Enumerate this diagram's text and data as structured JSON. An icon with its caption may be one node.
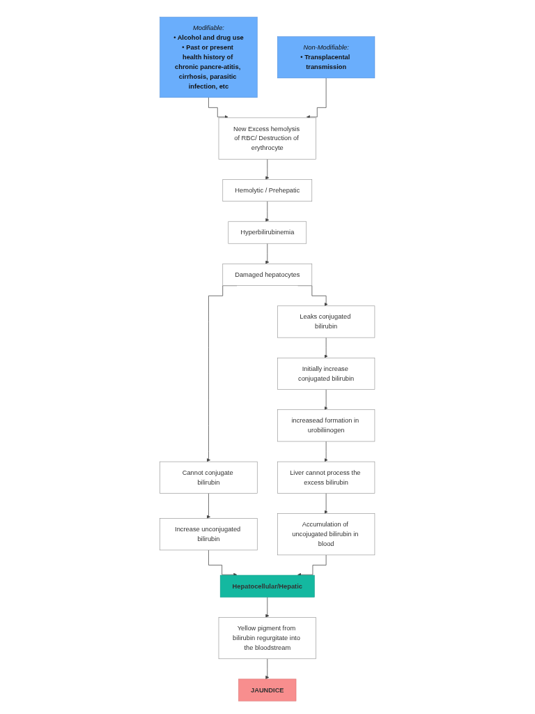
{
  "diagram": {
    "nodes": [
      {
        "text": [
          "Modifiable:",
          "• Alcohol and drug use",
          "• Past or present health history of chronic pancre-atitis, cirrhosis, parasitic infection, etc"
        ]
      },
      {
        "text": [
          "Non-Modifiable:",
          "• Transplacental transmission"
        ]
      },
      {
        "text": [
          "New Excess hemolysis of RBC/ Destruction of erythrocyte"
        ]
      },
      {
        "text": [
          "Hemolytic / Prehepatic"
        ]
      },
      {
        "text": [
          "Hyperbilirubinemia"
        ]
      },
      {
        "text": [
          "Damaged hepatocytes"
        ]
      },
      {
        "text": [
          "Cannot conjugate bilirubin"
        ]
      },
      {
        "text": [
          "Leaks conjugated bilirubin"
        ]
      },
      {
        "text": [
          "Increase unconjugated bilirubin"
        ]
      },
      {
        "text": [
          "Initially increase conjugated bilirubin"
        ]
      },
      {
        "text": [
          "increasead formation in urobiliinogen"
        ]
      },
      {
        "text": [
          "Liver cannot process the excess bilirubin"
        ]
      },
      {
        "text": [
          "Accumulation of uncojugated bilirubin in blood"
        ]
      },
      {
        "text": [
          "Hepatocellular/Hepatic"
        ]
      },
      {
        "text": [
          "Yellow pigment from bilirubin regurgitate into the bloodstream"
        ]
      },
      {
        "text": [
          "JAUNDICE"
        ]
      }
    ],
    "edges": [
      {
        "from": 0,
        "to": 2,
        "arrow": "to"
      },
      {
        "from": 1,
        "to": 2,
        "arrow": "to"
      },
      {
        "from": 2,
        "to": 3,
        "arrow": "to"
      },
      {
        "from": 3,
        "to": 4,
        "arrow": "to"
      },
      {
        "from": 4,
        "to": 5,
        "arrow": "to"
      },
      {
        "from": 5,
        "to": 6,
        "arrow": "to"
      },
      {
        "from": 5,
        "to": 7,
        "arrow": "to"
      },
      {
        "from": 6,
        "to": 8,
        "arrow": "to"
      },
      {
        "from": 7,
        "to": 9,
        "arrow": "to"
      },
      {
        "from": 9,
        "to": 10,
        "arrow": "to"
      },
      {
        "from": 10,
        "to": 11,
        "arrow": "to"
      },
      {
        "from": 11,
        "to": 12,
        "arrow": "to"
      },
      {
        "from": 8,
        "to": 13,
        "arrow": "to"
      },
      {
        "from": 12,
        "to": 13,
        "arrow": "to"
      },
      {
        "from": 13,
        "to": 14,
        "arrow": "to"
      },
      {
        "from": 14,
        "to": 15,
        "arrow": "to"
      }
    ]
  }
}
